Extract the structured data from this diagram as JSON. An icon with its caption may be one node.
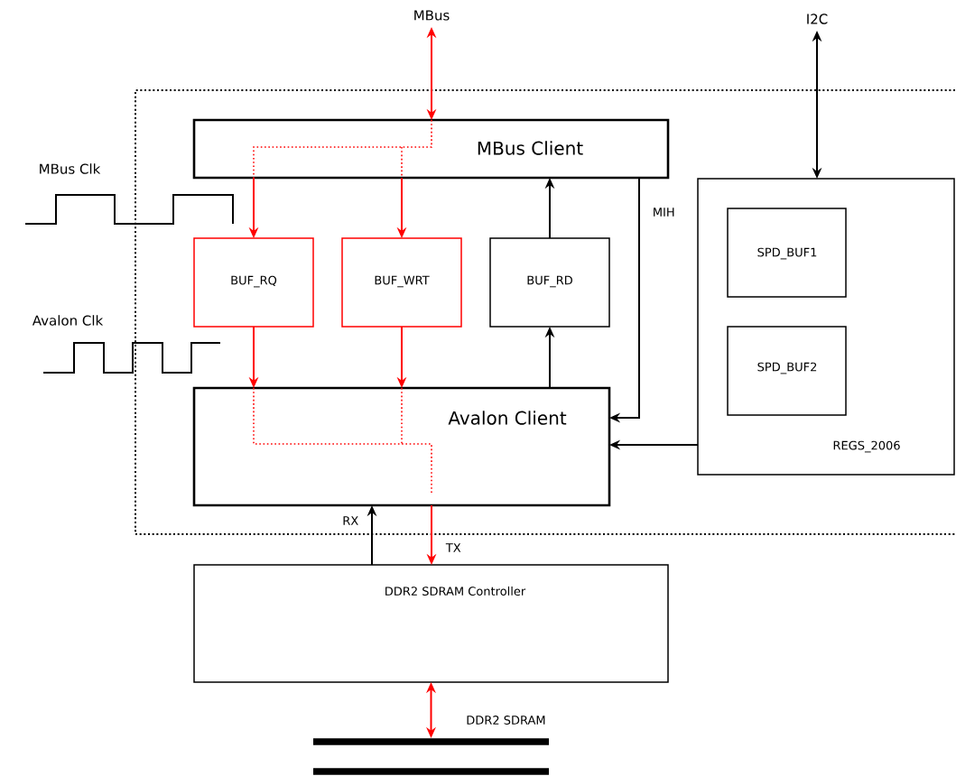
{
  "diagram": {
    "nodes": [
      {
        "text": [],
        "shape": "box"
      },
      {
        "text": [
          "MBus"
        ]
      },
      {
        "text": [
          "MBus Client"
        ],
        "in": 0
      },
      {
        "text": [
          "BUF_RQ"
        ],
        "in": 0
      },
      {
        "text": [
          "BUF_WRT"
        ],
        "in": 0
      },
      {
        "text": [
          "BUF_RD"
        ],
        "in": 0
      },
      {
        "text": [
          "Avalon Client"
        ],
        "in": 0
      },
      {
        "text": [
          "I2C"
        ]
      },
      {
        "text": [
          "REGS_2006"
        ],
        "in": 0
      },
      {
        "text": [
          "SPD_BUF1"
        ],
        "in": 8
      },
      {
        "text": [
          "SPD_BUF2"
        ],
        "in": 8
      },
      {
        "text": [
          "DDR2 SDRAM Controller"
        ]
      },
      {
        "text": [],
        "shape": "bar",
        "beside": [
          "DDR2 SDRAM"
        ]
      }
    ],
    "edges": [
      {
        "from": 1,
        "to": 2,
        "arrow": "both"
      },
      {
        "from": 2,
        "to": 3,
        "arrow": "to"
      },
      {
        "from": 2,
        "to": 4,
        "arrow": "to"
      },
      {
        "from": 3,
        "to": 6,
        "arrow": "to"
      },
      {
        "from": 4,
        "to": 6,
        "arrow": "to"
      },
      {
        "from": 5,
        "to": 2,
        "arrow": "to",
        "color": "#000000"
      },
      {
        "from": 6,
        "to": 5,
        "arrow": "to",
        "color": "#000000"
      },
      {
        "from": 2,
        "to": 6,
        "arrow": "to",
        "color": "#000000",
        "label": "MIH"
      },
      {
        "from": 8,
        "to": 6,
        "arrow": "to",
        "color": "#000000"
      },
      {
        "from": 7,
        "to": 8,
        "arrow": "both",
        "color": "#000000"
      },
      {
        "from": 11,
        "to": 6,
        "arrow": "to",
        "color": "#000000",
        "label": "RX"
      },
      {
        "from": 6,
        "to": 11,
        "arrow": "to",
        "label": "TX"
      },
      {
        "from": 11,
        "to": 12,
        "arrow": "both"
      }
    ],
    "labels": [
      "MBus Clk",
      "Avalon Clk"
    ]
  }
}
